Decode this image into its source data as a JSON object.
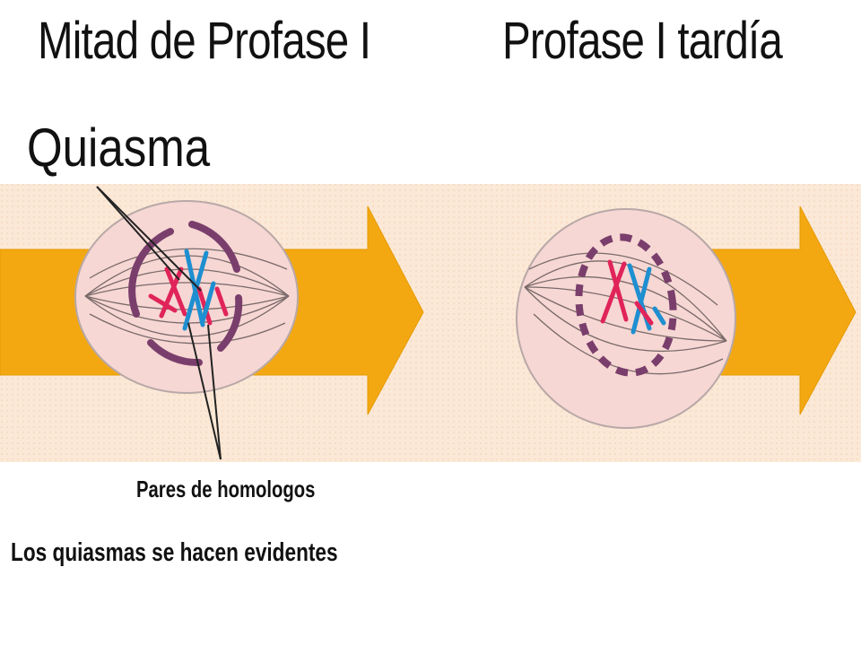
{
  "titles": {
    "left": "Mitad de Profase I",
    "right": "Profase I tardía"
  },
  "labels": {
    "chiasma": "Quiasma",
    "homolog_pairs": "Pares de homologos"
  },
  "caption": "Los quiasmas se hacen evidentes",
  "colors": {
    "band": "#fbe8d6",
    "arrow": "#f3a812",
    "cell": "#f6d7d3",
    "nuclear_envelope": "#7a3e6c",
    "chromosome_red": "#e0245a",
    "chromosome_blue": "#1e8fd0",
    "spindle": "#7a6a6a"
  }
}
